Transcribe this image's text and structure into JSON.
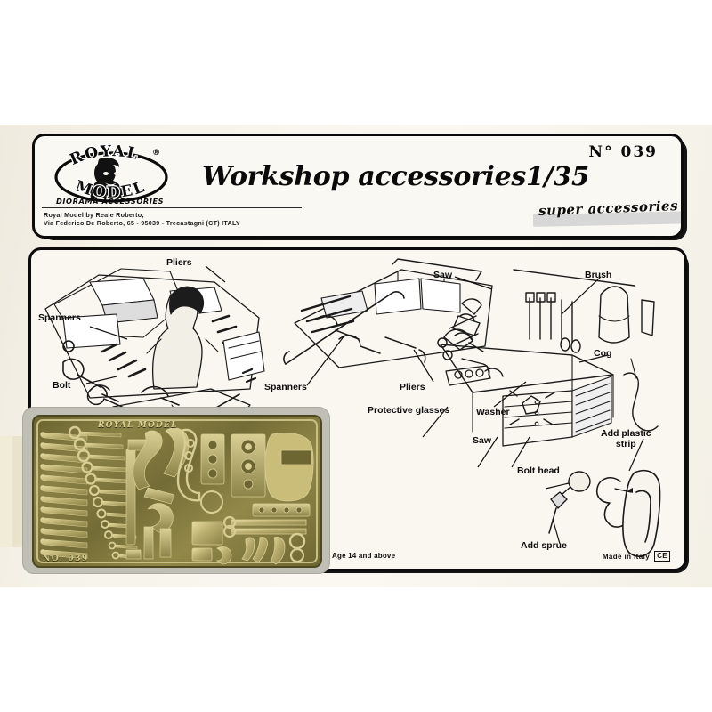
{
  "product": {
    "brand_logo": {
      "top_word": "ROYAL",
      "bottom_word": "MODEL",
      "tagline": "DIORAMA ACCESSORIES",
      "registered_mark": "®"
    },
    "address": "Royal Model by Reale Roberto,\nVia Federico De Roberto, 65 - 95039 - Trecastagni (CT) ITALY",
    "title": "Workshop accessories",
    "scale": "1/35",
    "item_number": "N°  039",
    "super_accessories": "super accessories"
  },
  "callouts": {
    "pliers_left": "Pliers",
    "spanners_left": "Spanners",
    "bolt": "Bolt",
    "spanners_mid": "Spanners",
    "pliers_mid": "Pliers",
    "saw_top": "Saw",
    "brush": "Brush",
    "cog": "Cog",
    "washer": "Washer",
    "protective_glasses": "Protective glasses",
    "saw_bottom": "Saw",
    "bolt_head": "Bolt head",
    "add_sprue": "Add sprue",
    "add_plastic_strip": "Add plastic\nstrip"
  },
  "footer": {
    "age": "Age 14 and above",
    "made_in": "Made in Italy",
    "ce_mark": "CE"
  },
  "fret": {
    "brand": "ROYAL MODEL",
    "number": "NO.  039"
  },
  "colors": {
    "card": "#f4f1e8",
    "ink": "#0b0b0b",
    "fret_brass": "#8a8145",
    "fret_frame": "#bfbfb6",
    "highlight_band": "#d7d7d7"
  }
}
